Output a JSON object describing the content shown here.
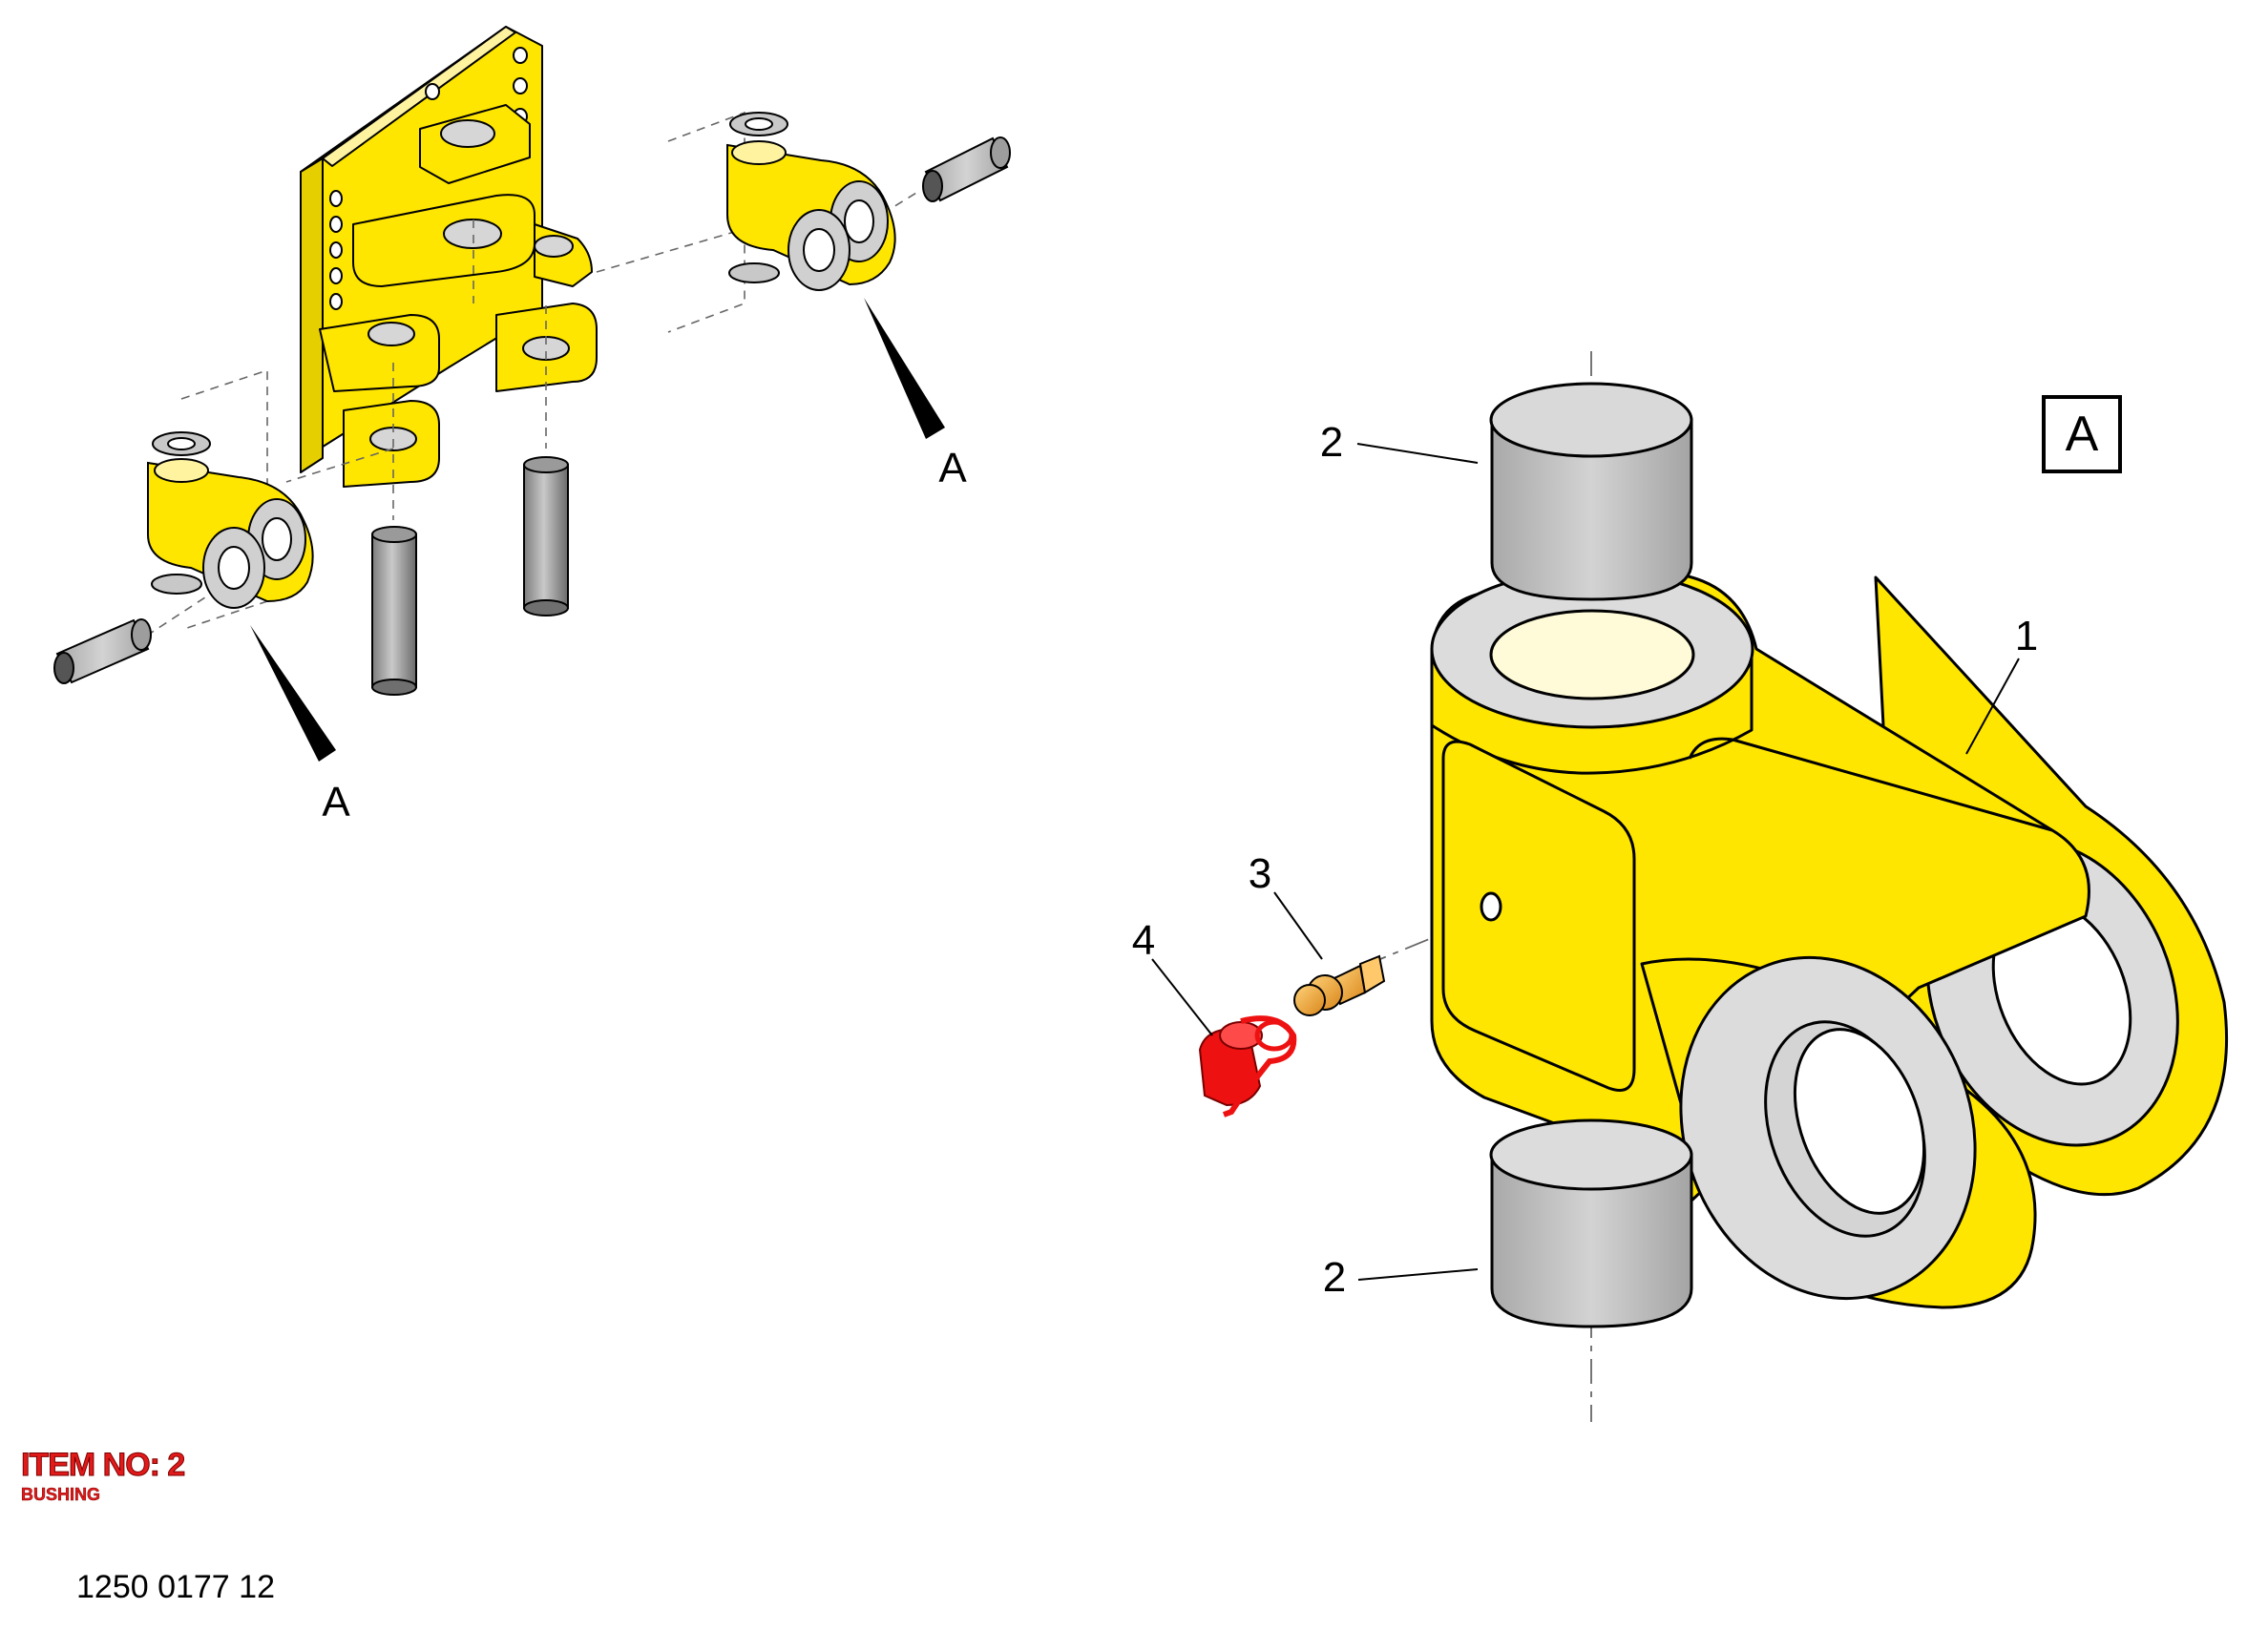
{
  "callouts": {
    "item1": "1",
    "item2_top": "2",
    "item2_bottom": "2",
    "item3": "3",
    "item4": "4",
    "detail_ref_right": "A",
    "detail_ref_left": "A",
    "detail_box": "A"
  },
  "caption": {
    "item_no": "ITEM NO: 2",
    "item_name": "BUSHING"
  },
  "document_number": "1250 0177 12",
  "colors": {
    "part_yellow": "#ffe600",
    "bushing_grey": "#c8c8c8",
    "fitting_orange": "#f5a623",
    "cap_red": "#ee1111",
    "highlight_text": "#e21a1a"
  }
}
